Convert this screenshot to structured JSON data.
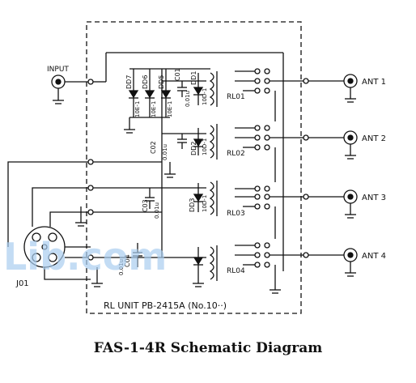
{
  "caption": "FAS-1-4R Schematic Diagram",
  "watermark": "Lib.com",
  "input_label": "INPUT",
  "connector_label": "J01",
  "unit_label": "RL UNIT PB-2415A (No.10··)",
  "ant_labels": [
    "ANT 1",
    "ANT 2",
    "ANT 3",
    "ANT 4"
  ],
  "relay_labels": [
    "RL01",
    "RL02",
    "RL03",
    "RL04"
  ],
  "diode_labels": [
    "DD7",
    "DD6",
    "DD5",
    "DD1",
    "DD2",
    "DD3"
  ],
  "diode_parts": [
    "10E-1",
    "10E-1",
    "10E-1",
    "10D-1",
    "10D-1",
    "10D-1"
  ],
  "cap_labels": [
    "C01",
    "C02",
    "C03",
    "C04"
  ],
  "cap_values": [
    "0.01u",
    "0.01u",
    "0.01u",
    "0.01u"
  ],
  "colors": {
    "ink": "#111111",
    "watermark": "#a9cdf0"
  }
}
